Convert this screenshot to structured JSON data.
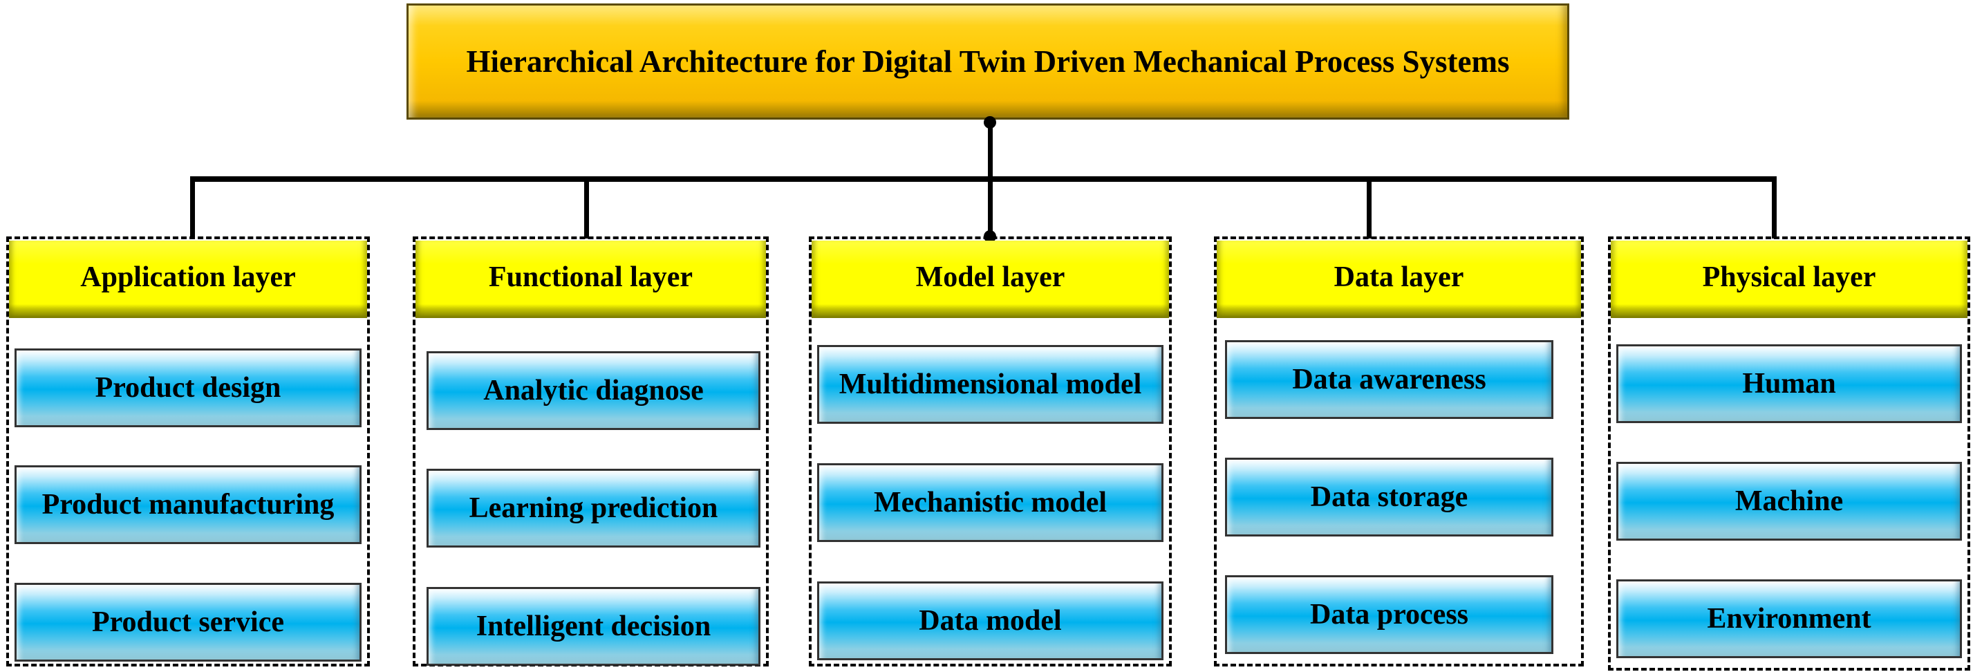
{
  "title": "Hierarchical Architecture for Digital Twin Driven Mechanical Process Systems",
  "layers": [
    {
      "name": "Application layer",
      "items": [
        "Product design",
        "Product manufacturing",
        "Product service"
      ]
    },
    {
      "name": "Functional layer",
      "items": [
        "Analytic diagnose",
        "Learning prediction",
        "Intelligent decision"
      ]
    },
    {
      "name": "Model layer",
      "items": [
        "Multidimensional model",
        "Mechanistic model",
        "Data model"
      ]
    },
    {
      "name": "Data layer",
      "items": [
        "Data awareness",
        "Data storage",
        "Data process"
      ]
    },
    {
      "name": "Physical layer",
      "items": [
        "Human",
        "Machine",
        "Environment"
      ]
    }
  ],
  "colors": {
    "title": "#ffc000",
    "layer_header": "#ffff00",
    "item": "#00b0f0"
  }
}
